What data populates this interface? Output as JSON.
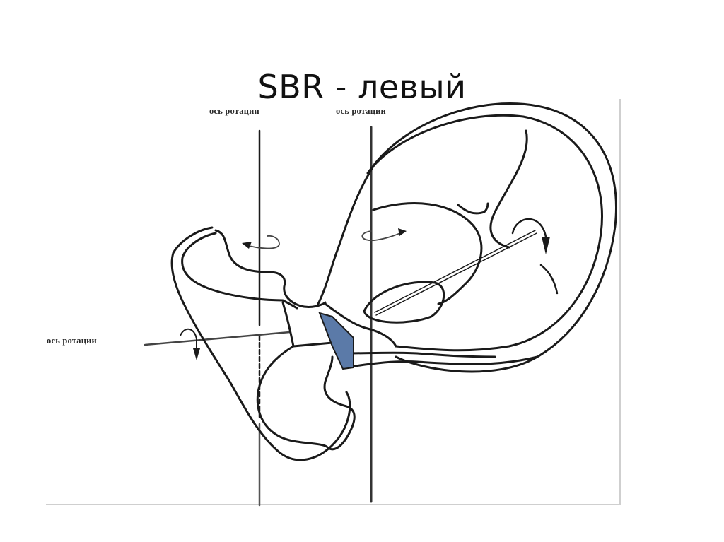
{
  "slide": {
    "title": "SBR - левый"
  },
  "figure": {
    "labels": {
      "axis_left_top": "ось ротации",
      "axis_middle_top": "ось ротации",
      "axis_left_side": "ось ротации"
    },
    "colors": {
      "line": "#1a1a1a",
      "highlight_fill": "#5b7aa8",
      "frame_border": "#cfcfcf",
      "background": "#ffffff"
    },
    "icons": {
      "rotation_arrows": [
        "rotation-arrow-left-axis",
        "rotation-arrow-middle-axis",
        "rotation-arrow-side-axis",
        "rotation-arrow-head"
      ]
    }
  }
}
